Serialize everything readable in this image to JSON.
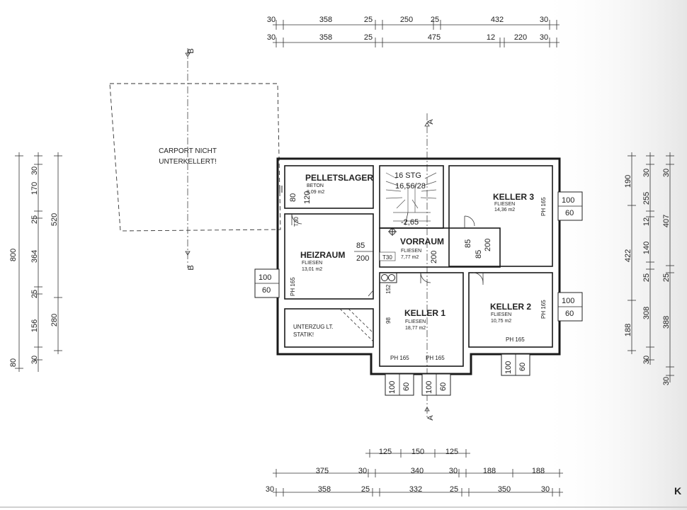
{
  "plan": {
    "carport": [
      "CARPORT NICHT",
      "UNTERKELLERT!"
    ],
    "section_b": "B",
    "section_a": "A",
    "unterzug": [
      "UNTERZUG LT.",
      "STATIK!"
    ],
    "stairs": [
      "16 STG",
      "16,56/28"
    ],
    "level": "-2,65",
    "t30": "T30",
    "door_85": "85",
    "door_200": "200",
    "dim_120": "120",
    "dim_80": "80",
    "dim_152": "152",
    "dim_98": "98",
    "corner_letter": "K"
  },
  "rooms": [
    {
      "name": "PELLETSLAGER",
      "floor": "BETON",
      "area": "8,09 m2"
    },
    {
      "name": "HEIZRAUM",
      "floor": "FLIESEN",
      "area": "13,01 m2"
    },
    {
      "name": "VORRAUM",
      "floor": "FLIESEN",
      "area": "7,77 m2"
    },
    {
      "name": "KELLER 3",
      "floor": "FLIESEN",
      "area": "14,36 m2"
    },
    {
      "name": "KELLER 1",
      "floor": "FLIESEN",
      "area": "18,77 m2"
    },
    {
      "name": "KELLER 2",
      "floor": "FLIESEN",
      "area": "10,75 m2"
    }
  ],
  "windows": {
    "w": "100",
    "h": "60",
    "ph": "PH 165"
  },
  "dims": {
    "top1": [
      "30",
      "358",
      "25",
      "250",
      "25",
      "432",
      "30"
    ],
    "top2": [
      "30",
      "358",
      "25",
      "475",
      "12",
      "220",
      "30"
    ],
    "bot0": [
      "125",
      "150",
      "125"
    ],
    "bot1": [
      "375",
      "30",
      "340",
      "30",
      "188",
      "188"
    ],
    "bot2": [
      "30",
      "358",
      "25",
      "332",
      "25",
      "350",
      "30"
    ],
    "left_outer": [
      "800"
    ],
    "left_mid": [
      "364"
    ],
    "left_in": [
      "30",
      "170",
      "25",
      "520",
      "25",
      "156",
      "280",
      "30",
      "80"
    ],
    "right_a": [
      "190",
      "422",
      "188"
    ],
    "right_b": [
      "30",
      "255",
      "12",
      "140",
      "25",
      "308",
      "30"
    ],
    "right_c": [
      "30",
      "407",
      "25",
      "388",
      "30"
    ]
  }
}
